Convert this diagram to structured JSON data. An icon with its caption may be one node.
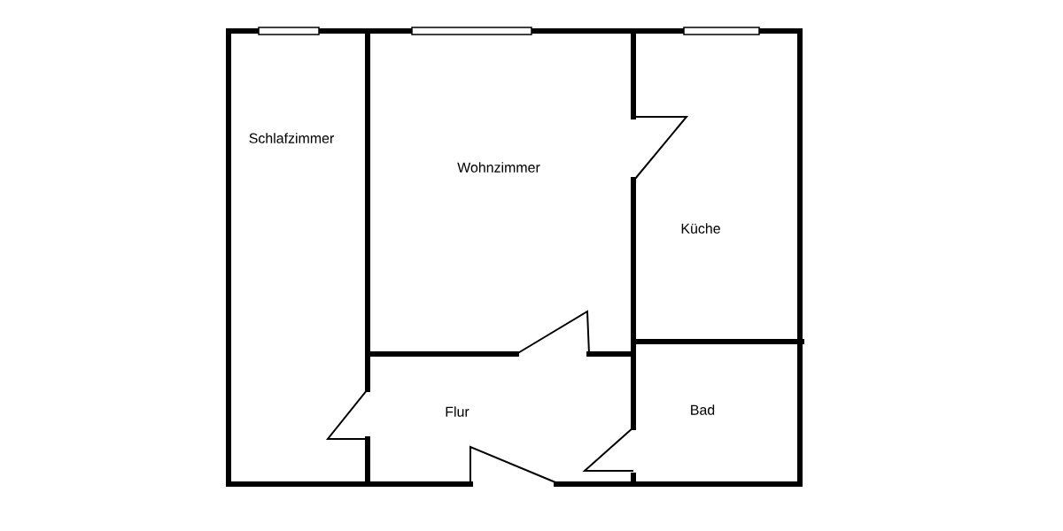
{
  "diagram": {
    "labels": [
      "Schlafzimmer",
      "Wohnzimmer",
      "Küche",
      "Flur",
      "Bad"
    ]
  }
}
